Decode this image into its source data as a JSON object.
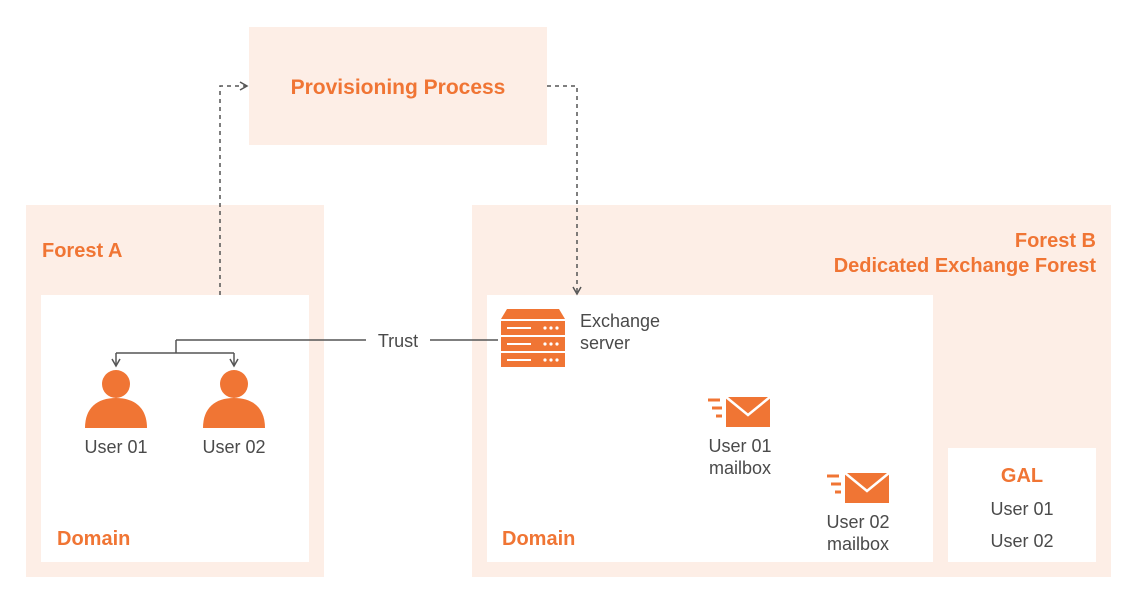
{
  "provisioning": {
    "title": "Provisioning Process"
  },
  "forest_a": {
    "title": "Forest A",
    "domain_label": "Domain",
    "users": [
      {
        "label": "User 01"
      },
      {
        "label": "User 02"
      }
    ]
  },
  "trust_label": "Trust",
  "forest_b": {
    "title_line1": "Forest B",
    "title_line2": "Dedicated Exchange Forest",
    "domain_label": "Domain",
    "exchange_server": {
      "line1": "Exchange",
      "line2": "server"
    },
    "mailboxes": [
      {
        "line1": "User 01",
        "line2": "mailbox"
      },
      {
        "line1": "User 02",
        "line2": "mailbox"
      }
    ],
    "gal": {
      "title": "GAL",
      "entries": [
        "User 01",
        "User 02"
      ]
    }
  },
  "colors": {
    "accent": "#f07534",
    "panel_bg": "#fdeee6",
    "line": "#555555",
    "text": "#4a4a4a"
  }
}
